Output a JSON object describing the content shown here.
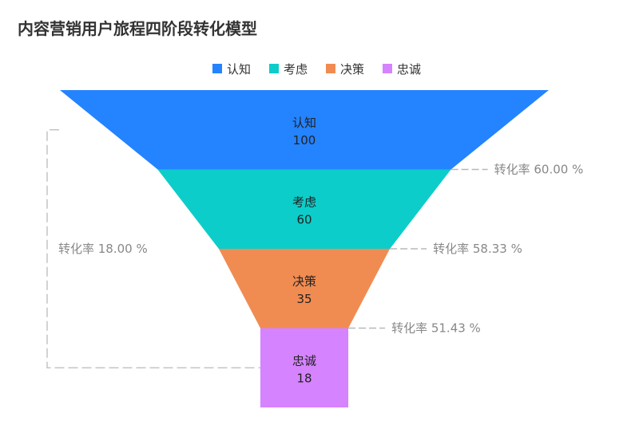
{
  "chart_data": {
    "type": "funnel",
    "title": "内容营销用户旅程四阶段转化模型",
    "categories": [
      "认知",
      "考虑",
      "决策",
      "忠诚"
    ],
    "values": [
      100,
      60,
      35,
      18
    ],
    "colors": [
      "#2483ff",
      "#0ccdca",
      "#f08c52",
      "#d683ff"
    ],
    "legend": {
      "position": "top-center",
      "items": [
        "认知",
        "考虑",
        "决策",
        "忠诚"
      ]
    },
    "conversion_label": "转化率",
    "stage_conversions": [
      "60.00 %",
      "58.33 %",
      "51.43 %"
    ],
    "overall_conversion": "18.00 %"
  }
}
